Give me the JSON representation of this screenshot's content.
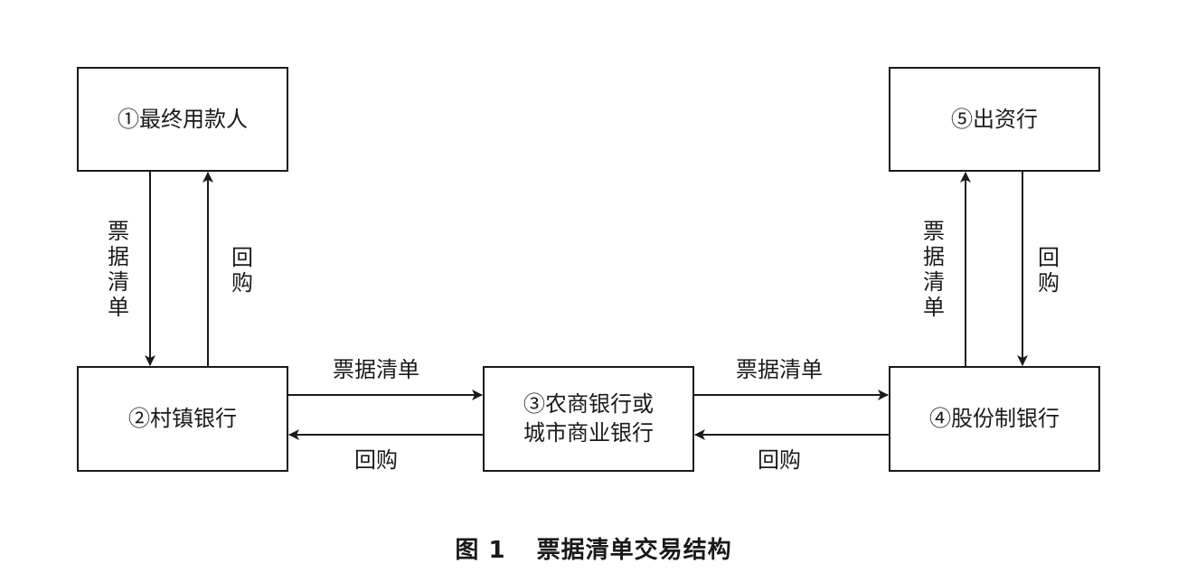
{
  "nodes": {
    "n1": "①最终用款人",
    "n2": "②村镇银行",
    "n3_line1": "③农商银行或",
    "n3_line2": "城市商业银行",
    "n4": "④股份制银行",
    "n5": "⑤出资行"
  },
  "edges": {
    "n1_to_n2": "票据清单",
    "n2_to_n1": "回购",
    "n2_to_n3": "票据清单",
    "n3_to_n2": "回购",
    "n3_to_n4": "票据清单",
    "n4_to_n3": "回购",
    "n4_to_n5": "票据清单",
    "n5_to_n4": "回购"
  },
  "caption": {
    "number": "图 1",
    "title": "票据清单交易结构"
  }
}
